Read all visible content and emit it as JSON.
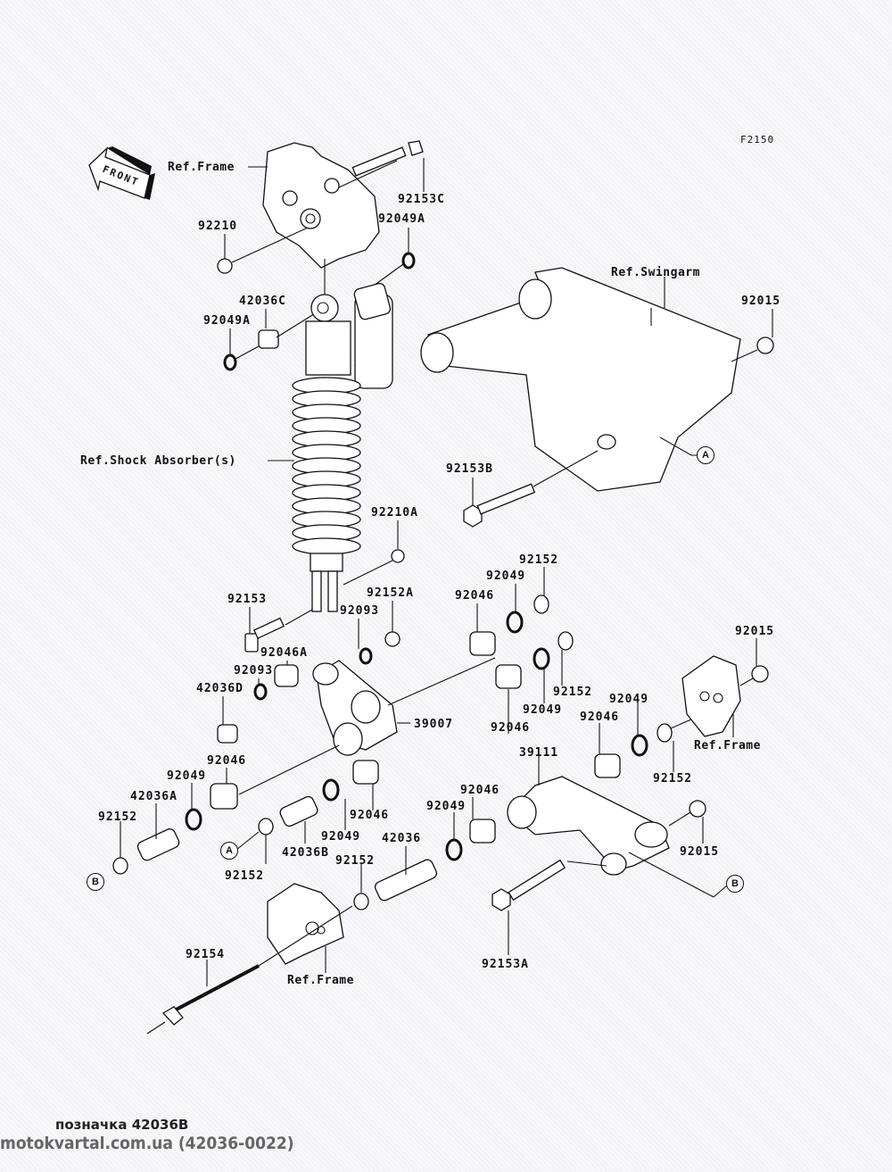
{
  "diagram": {
    "figure_code": "F2150",
    "front_arrow": "FRONT",
    "refs": {
      "frame_top": "Ref.Frame",
      "swingarm": "Ref.Swingarm",
      "shock": "Ref.Shock Absorber(s)",
      "frame_right": "Ref.Frame",
      "frame_bottom": "Ref.Frame"
    },
    "part_labels": [
      {
        "id": "p1",
        "text": "92153C"
      },
      {
        "id": "p2",
        "text": "92210"
      },
      {
        "id": "p3",
        "text": "92049A"
      },
      {
        "id": "p4",
        "text": "42036C"
      },
      {
        "id": "p5",
        "text": "92049A"
      },
      {
        "id": "p6",
        "text": "92015"
      },
      {
        "id": "p7",
        "text": "92153B"
      },
      {
        "id": "p8",
        "text": "92210A"
      },
      {
        "id": "p9",
        "text": "92153"
      },
      {
        "id": "p10",
        "text": "92152A"
      },
      {
        "id": "p11",
        "text": "92093"
      },
      {
        "id": "p12",
        "text": "92046A"
      },
      {
        "id": "p13",
        "text": "92093"
      },
      {
        "id": "p14",
        "text": "42036D"
      },
      {
        "id": "p15",
        "text": "92152"
      },
      {
        "id": "p16",
        "text": "92049"
      },
      {
        "id": "p17",
        "text": "92046"
      },
      {
        "id": "p18",
        "text": "92152"
      },
      {
        "id": "p19",
        "text": "92049"
      },
      {
        "id": "p20",
        "text": "92046"
      },
      {
        "id": "p21",
        "text": "39007"
      },
      {
        "id": "p22",
        "text": "92015"
      },
      {
        "id": "p23",
        "text": "92049"
      },
      {
        "id": "p24",
        "text": "92046"
      },
      {
        "id": "p25",
        "text": "92152"
      },
      {
        "id": "p26",
        "text": "39111"
      },
      {
        "id": "p27",
        "text": "92046"
      },
      {
        "id": "p28",
        "text": "92049"
      },
      {
        "id": "p29",
        "text": "42036A"
      },
      {
        "id": "p30",
        "text": "92152"
      },
      {
        "id": "p31",
        "text": "92046"
      },
      {
        "id": "p32",
        "text": "42036B"
      },
      {
        "id": "p33",
        "text": "92049"
      },
      {
        "id": "p34",
        "text": "92046"
      },
      {
        "id": "p35",
        "text": "92049"
      },
      {
        "id": "p36",
        "text": "42036"
      },
      {
        "id": "p37",
        "text": "92152"
      },
      {
        "id": "p38",
        "text": "92152"
      },
      {
        "id": "p39",
        "text": "92015"
      },
      {
        "id": "p40",
        "text": "92154"
      },
      {
        "id": "p41",
        "text": "92153A"
      }
    ],
    "callouts": {
      "a": "A",
      "b": "B"
    }
  },
  "footer": {
    "caption": "позначка 42036B",
    "watermark": "motokvartal.com.ua (42036-0022)"
  }
}
